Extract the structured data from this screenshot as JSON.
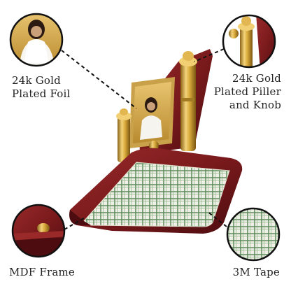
{
  "features": {
    "gold_foil": {
      "lines": [
        "24k Gold",
        "Plated Foil"
      ]
    },
    "gold_piller": {
      "lines": [
        "24k Gold",
        "Plated Piller",
        "and Knob"
      ]
    },
    "mdf_frame": {
      "lines": [
        "MDF Frame"
      ]
    },
    "tape": {
      "lines": [
        "3M Tape"
      ]
    }
  },
  "colors": {
    "wood": "#7a1a1c",
    "wood_dark": "#4d0d10",
    "gold": "#d8a93a",
    "tape_green": "#5c8a5a",
    "tape_bg": "#eef0e6",
    "callout_line": "#111111"
  }
}
